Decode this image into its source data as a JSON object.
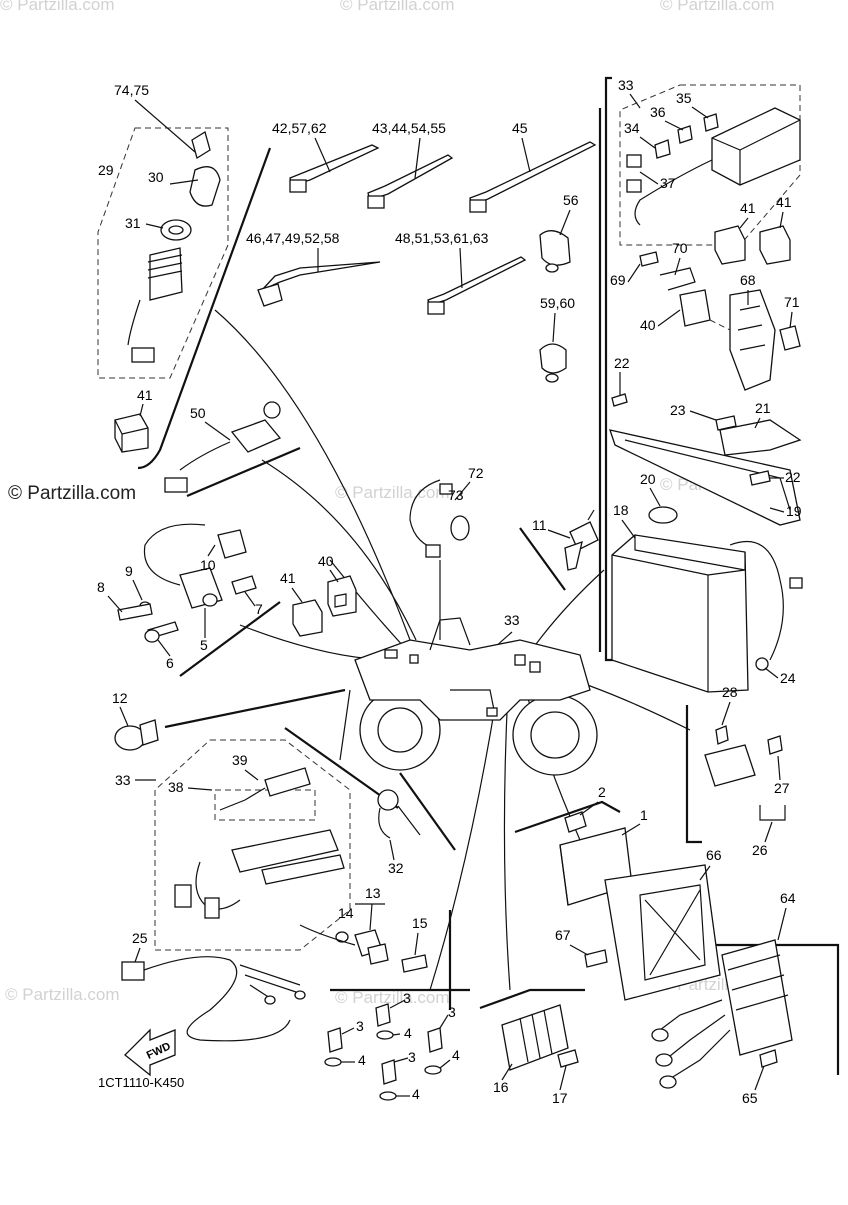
{
  "watermarks": {
    "main": "© Partzilla.com",
    "faint": "© Partzilla.com"
  },
  "diagram_code": "1CT1110-K450",
  "fwd_label": "FWD",
  "callouts": {
    "c74_75": "74,75",
    "c29": "29",
    "c30": "30",
    "c31": "31",
    "c41_left": "41",
    "c42": "42,57,62",
    "c43": "43,44,54,55",
    "c45": "45",
    "c46": "46,47,49,52,58",
    "c48": "48,51,53,61,63",
    "c56": "56",
    "c59": "59,60",
    "c50": "50",
    "c72": "72",
    "c73": "73",
    "c11": "11",
    "c10": "10",
    "c9": "9",
    "c8": "8",
    "c7": "7",
    "c6": "6",
    "c5": "5",
    "c41_mid": "41",
    "c40_mid": "40",
    "c33_top": "33",
    "c36": "36",
    "c35": "35",
    "c34": "34",
    "c37": "37",
    "c41_r1": "41",
    "c41_r2": "41",
    "c70": "70",
    "c69": "69",
    "c68": "68",
    "c71": "71",
    "c40_r": "40",
    "c22_a": "22",
    "c23": "23",
    "c21": "21",
    "c22_b": "22",
    "c20": "20",
    "c18": "18",
    "c19": "19",
    "c33_mid": "33",
    "c24": "24",
    "c12": "12",
    "c33_left": "33",
    "c38": "38",
    "c39": "39",
    "c32": "32",
    "c13": "13",
    "c14": "14",
    "c15": "15",
    "c25": "25",
    "c28": "28",
    "c27": "27",
    "c26": "26",
    "c2": "2",
    "c1": "1",
    "c66": "66",
    "c64": "64",
    "c67": "67",
    "c3a": "3",
    "c3b": "3",
    "c3c": "3",
    "c3d": "3",
    "c4a": "4",
    "c4b": "4",
    "c4c": "4",
    "c4d": "4",
    "c16": "16",
    "c17": "17",
    "c65": "65"
  }
}
